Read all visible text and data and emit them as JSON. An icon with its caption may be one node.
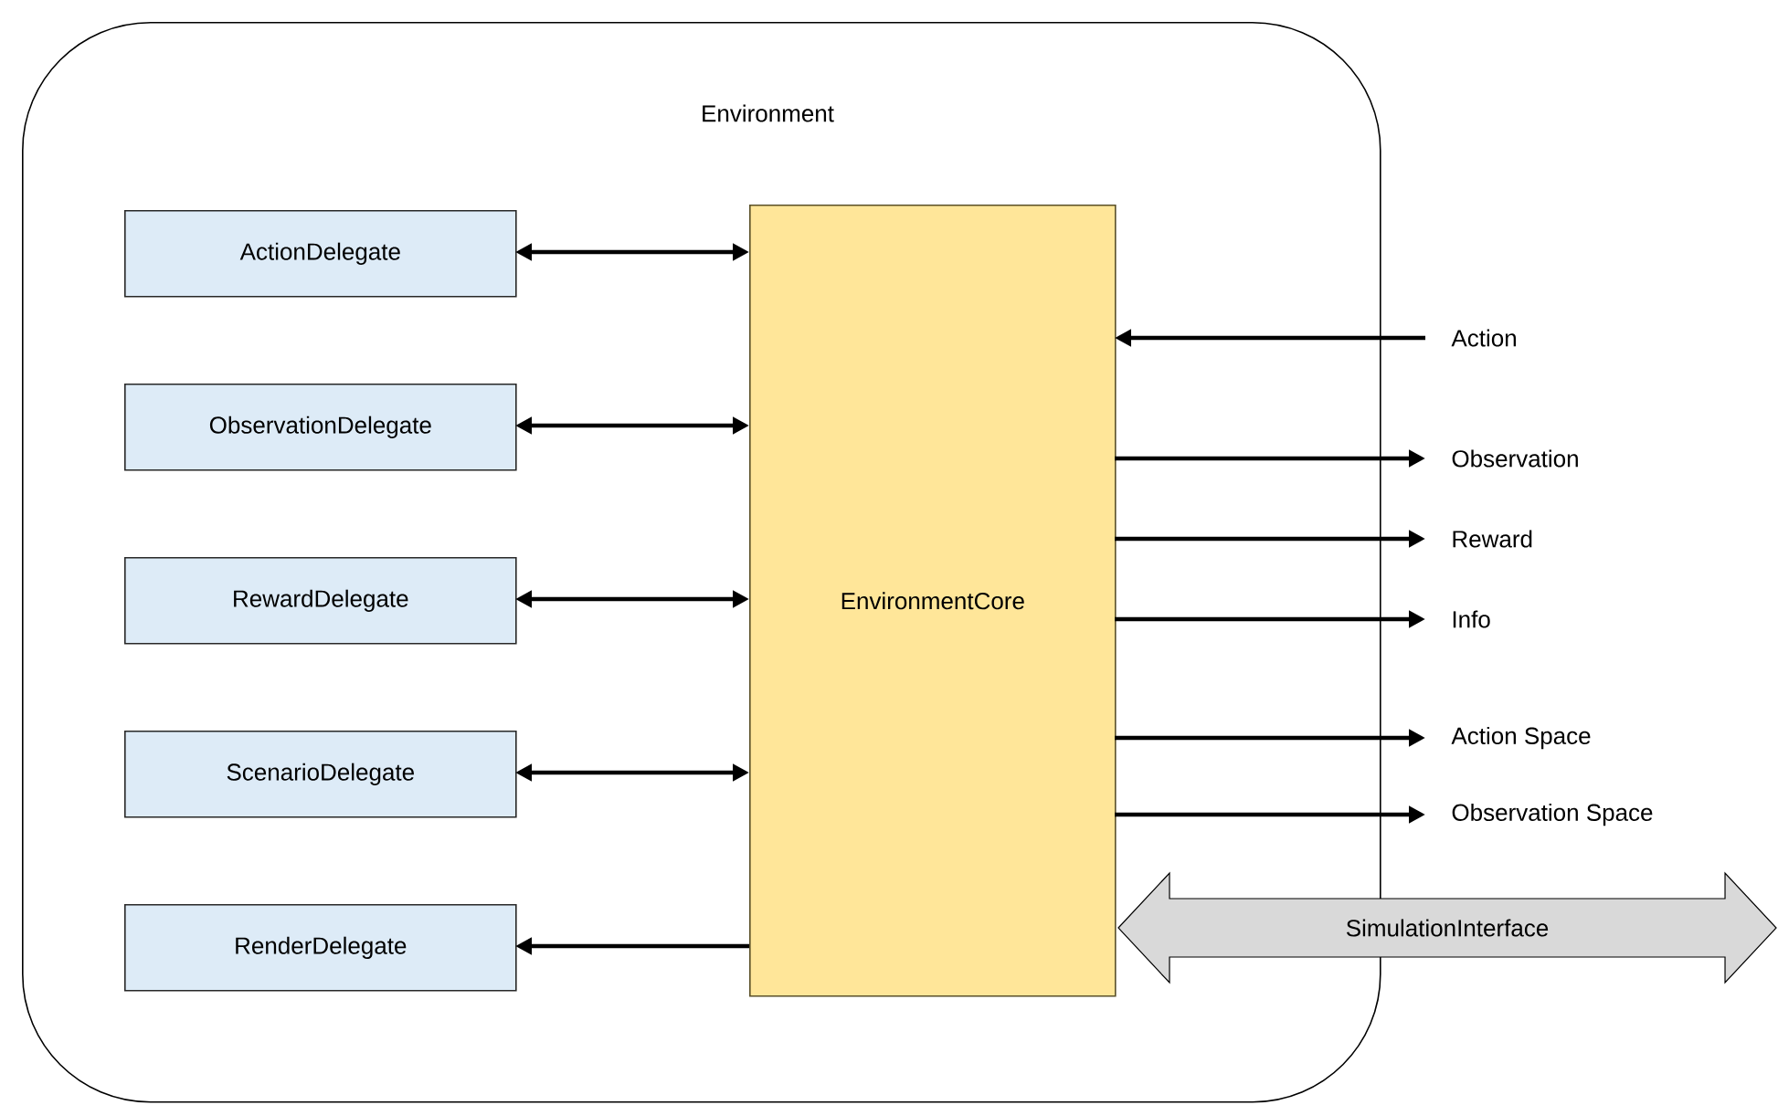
{
  "diagram": {
    "nodes": [
      {
        "text": [
          "Environment"
        ]
      },
      {
        "text": [
          "ActionDelegate"
        ],
        "in": 0
      },
      {
        "text": [
          "ObservationDelegate"
        ],
        "in": 0
      },
      {
        "text": [
          "RewardDelegate"
        ],
        "in": 0
      },
      {
        "text": [
          "ScenarioDelegate"
        ],
        "in": 0
      },
      {
        "text": [
          "RenderDelegate"
        ],
        "in": 0
      },
      {
        "text": [
          "EnvironmentCore"
        ],
        "in": 0
      },
      {
        "text": [
          "Action"
        ]
      },
      {
        "text": [
          "Observation"
        ]
      },
      {
        "text": [
          "Reward"
        ]
      },
      {
        "text": [
          "Info"
        ]
      },
      {
        "text": [
          "Action Space"
        ]
      },
      {
        "text": [
          "Observation Space"
        ]
      },
      {
        "text": [
          "SimulationInterface"
        ]
      }
    ],
    "edges": [
      {
        "from": 1,
        "to": 6,
        "arrow": "both"
      },
      {
        "from": 2,
        "to": 6,
        "arrow": "both"
      },
      {
        "from": 3,
        "to": 6,
        "arrow": "both"
      },
      {
        "from": 4,
        "to": 6,
        "arrow": "both"
      },
      {
        "from": 6,
        "to": 5,
        "arrow": "to"
      },
      {
        "from": 7,
        "to": 6,
        "arrow": "to"
      },
      {
        "from": 6,
        "to": 8,
        "arrow": "to"
      },
      {
        "from": 6,
        "to": 9,
        "arrow": "to"
      },
      {
        "from": 6,
        "to": 10,
        "arrow": "to"
      },
      {
        "from": 6,
        "to": 11,
        "arrow": "to"
      },
      {
        "from": 6,
        "to": 12,
        "arrow": "to"
      }
    ]
  }
}
